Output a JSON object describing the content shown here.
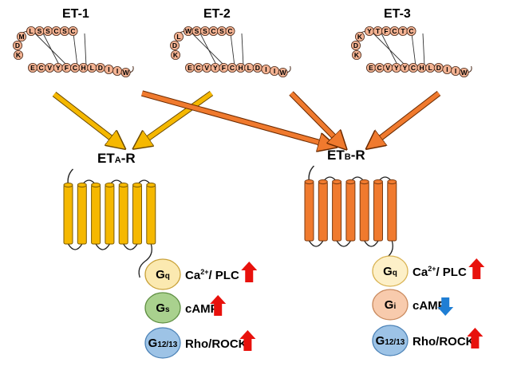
{
  "ligands": [
    {
      "title": "ET-1",
      "ring": "CSCSSL",
      "tail": [
        "M",
        "D",
        "K",
        "E",
        "C",
        "V",
        "Y",
        "F",
        "C",
        "H",
        "L",
        "D",
        "I",
        "I",
        "W"
      ]
    },
    {
      "title": "ET-2",
      "ring": "CSCSSW",
      "tail": [
        "L",
        "D",
        "K",
        "E",
        "C",
        "V",
        "Y",
        "F",
        "C",
        "H",
        "L",
        "D",
        "I",
        "I",
        "W"
      ]
    },
    {
      "title": "ET-3",
      "ring": "CTCFTY",
      "tail": [
        "K",
        "D",
        "K",
        "E",
        "C",
        "V",
        "Y",
        "Y",
        "C",
        "H",
        "L",
        "D",
        "I",
        "I",
        "W"
      ]
    }
  ],
  "receptors": {
    "a": {
      "prefix": "ET",
      "sub": "A",
      "suffix": "-R",
      "color": "#f5b800"
    },
    "b": {
      "prefix": "ET",
      "sub": "B",
      "suffix": "-R",
      "color": "#f07a2e"
    }
  },
  "a_proteins": [
    {
      "main": "G",
      "sub": "q",
      "effect_pre": "Ca",
      "effect_sup": "2+",
      "effect_post": "/ PLC",
      "trend": "up",
      "fill": "#fbe9b0",
      "stroke": "#c9a23a"
    },
    {
      "main": "G",
      "sub": "s",
      "effect_pre": "cAMP",
      "effect_sup": "",
      "effect_post": "",
      "trend": "up",
      "fill": "#a9d18e",
      "stroke": "#5f8f43"
    },
    {
      "main": "G",
      "sub": "12/13",
      "effect_pre": "Rho/ROCK",
      "effect_sup": "",
      "effect_post": "",
      "trend": "up",
      "fill": "#9dc3e6",
      "stroke": "#4e84b8"
    }
  ],
  "b_proteins": [
    {
      "main": "G",
      "sub": "q",
      "effect_pre": "Ca",
      "effect_sup": "2+",
      "effect_post": "/ PLC",
      "trend": "up",
      "fill": "#fdf0c8",
      "stroke": "#d9b353"
    },
    {
      "main": "G",
      "sub": "i",
      "effect_pre": "cAMP",
      "effect_sup": "",
      "effect_post": "",
      "trend": "down",
      "fill": "#f8cbad",
      "stroke": "#c98a5e"
    },
    {
      "main": "G",
      "sub": "12/13",
      "effect_pre": "Rho/ROCK",
      "effect_sup": "",
      "effect_post": "",
      "trend": "up",
      "fill": "#9dc3e6",
      "stroke": "#4e84b8"
    }
  ],
  "colors": {
    "up": "#e8110c",
    "down": "#1f7ed4",
    "yellow_arrow": "#f5b800",
    "orange_arrow": "#f07a2e"
  }
}
